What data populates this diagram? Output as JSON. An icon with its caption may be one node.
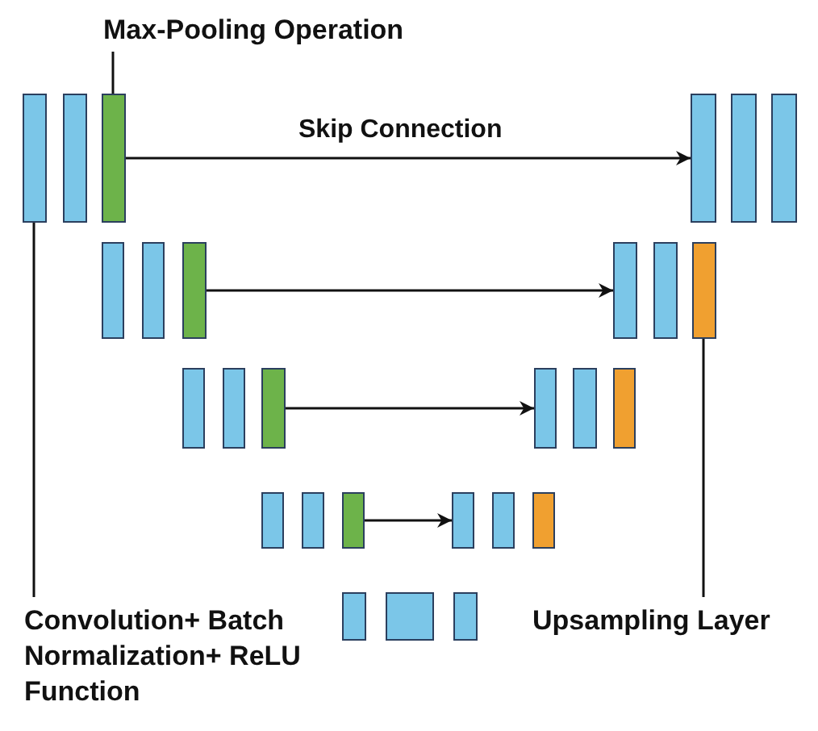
{
  "diagram": {
    "nodes": [
      {
        "text": [
          "Max-Pooling Operation"
        ]
      },
      {
        "text": [],
        "shape": "bar"
      },
      {
        "text": [],
        "shape": "bar"
      },
      {
        "text": [],
        "shape": "bar"
      },
      {
        "text": [],
        "shape": "bar"
      },
      {
        "text": [],
        "shape": "bar"
      },
      {
        "text": [],
        "shape": "bar"
      },
      {
        "text": [],
        "shape": "bar"
      },
      {
        "text": [],
        "shape": "bar"
      },
      {
        "text": [],
        "shape": "bar"
      },
      {
        "text": [],
        "shape": "bar"
      },
      {
        "text": [],
        "shape": "bar"
      },
      {
        "text": [],
        "shape": "bar"
      },
      {
        "text": [],
        "shape": "bar"
      },
      {
        "text": [],
        "shape": "bar"
      },
      {
        "text": [],
        "shape": "bar"
      },
      {
        "text": [],
        "shape": "bar"
      },
      {
        "text": [],
        "shape": "bar"
      },
      {
        "text": [],
        "shape": "bar"
      },
      {
        "text": [],
        "shape": "bar"
      },
      {
        "text": [],
        "shape": "bar"
      },
      {
        "text": [],
        "shape": "bar"
      },
      {
        "text": [],
        "shape": "bar"
      },
      {
        "text": [],
        "shape": "bar"
      },
      {
        "text": [],
        "shape": "bar"
      },
      {
        "text": [],
        "shape": "bar"
      },
      {
        "text": [],
        "shape": "bar"
      },
      {
        "text": [],
        "shape": "bar"
      },
      {
        "text": [
          "Convolution+ Batch Normalization+ ReLU Function"
        ]
      },
      {
        "text": [
          "Upsampling Layer"
        ]
      }
    ],
    "edges": [
      {
        "from": 3,
        "to": 4,
        "arrow": "to",
        "label": "Skip Connection"
      },
      {
        "from": 9,
        "to": 10,
        "arrow": "to"
      },
      {
        "from": 15,
        "to": 16,
        "arrow": "to"
      },
      {
        "from": 21,
        "to": 22,
        "arrow": "to"
      },
      {
        "from": 0,
        "to": 3,
        "arrow": "none"
      },
      {
        "from": 28,
        "to": 1,
        "arrow": "none"
      },
      {
        "from": 29,
        "to": 12,
        "arrow": "none"
      }
    ]
  }
}
